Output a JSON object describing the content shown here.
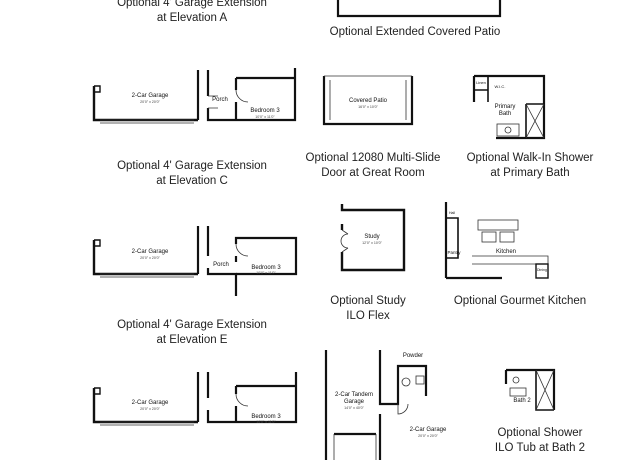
{
  "captions": {
    "garage_ext_a_1": "Optional 4' Garage Extension",
    "garage_ext_a_2": "at Elevation A",
    "extended_patio": "Optional Extended Covered Patio",
    "garage_ext_c_1": "Optional 4' Garage Extension",
    "garage_ext_c_2": "at Elevation C",
    "multi_slide_1": "Optional 12080 Multi-Slide",
    "multi_slide_2": "Door at Great Room",
    "walkin_shower_1": "Optional Walk-In Shower",
    "walkin_shower_2": "at Primary Bath",
    "garage_ext_e_1": "Optional 4' Garage Extension",
    "garage_ext_e_2": "at Elevation E",
    "study_1": "Optional Study",
    "study_2": "ILO Flex",
    "gourmet_kitchen": "Optional Gourmet Kitchen",
    "shower_bath2_1": "Optional Shower",
    "shower_bath2_2": "ILO Tub at Bath 2"
  },
  "plans": {
    "garage_c": {
      "garage": "2-Car Garage",
      "garage_dim": "20'0\" x 20'0\"",
      "porch": "Porch",
      "bedroom": "Bedroom 3",
      "bedroom_dim": "10'0\" x 11'0\""
    },
    "patio": {
      "room": "Covered Patio",
      "room_dim": "16'0\" x 10'0\""
    },
    "primary_bath": {
      "linen": "Linen",
      "wic": "W.I.C.",
      "room": "Primary",
      "room2": "Bath"
    },
    "garage_e": {
      "garage": "2-Car Garage",
      "garage_dim": "20'0\" x 20'0\"",
      "porch": "Porch",
      "bedroom": "Bedroom 3",
      "bedroom_dim": "10'0\" x 11'0\""
    },
    "study": {
      "room": "Study",
      "room_dim": "12'0\" x 10'0\""
    },
    "kitchen": {
      "room": "Kitchen",
      "pantry": "Pantry",
      "dining": "Dining",
      "hall": "Hall"
    },
    "garage_bottom": {
      "garage": "2-Car Garage",
      "garage_dim": "20'0\" x 20'0\"",
      "bedroom": "Bedroom 3",
      "bedroom_dim": "10'0\" x 11'0\""
    },
    "tandem": {
      "tandem": "2-Car Tandem",
      "tandem2": "Garage",
      "tandem_dim": "14'0\" x 40'0\"",
      "powder": "Powder",
      "garage": "2-Car Garage",
      "garage_dim": "20'0\" x 20'0\""
    },
    "bath2": {
      "room": "Bath 2"
    }
  }
}
